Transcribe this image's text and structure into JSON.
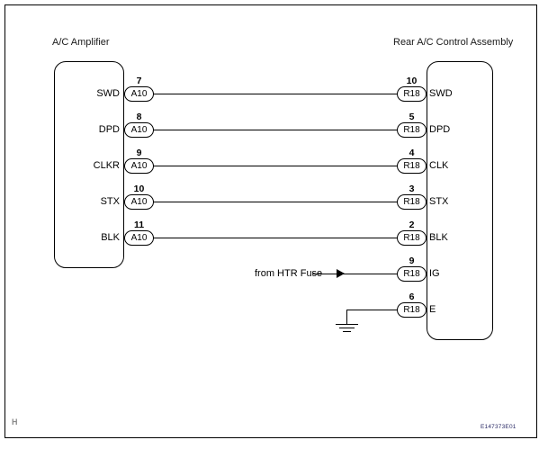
{
  "figure": {
    "corner_letter": "H",
    "figure_id": "E147373E01"
  },
  "left_connector": {
    "title": "A/C Amplifier",
    "connector_code": "A10",
    "pins": [
      {
        "number": "7",
        "label": "SWD"
      },
      {
        "number": "8",
        "label": "DPD"
      },
      {
        "number": "9",
        "label": "CLKR"
      },
      {
        "number": "10",
        "label": "STX"
      },
      {
        "number": "11",
        "label": "BLK"
      }
    ]
  },
  "right_connector": {
    "title": "Rear A/C Control Assembly",
    "connector_code": "R18",
    "pins": [
      {
        "number": "10",
        "label": "SWD"
      },
      {
        "number": "5",
        "label": "DPD"
      },
      {
        "number": "4",
        "label": "CLK"
      },
      {
        "number": "3",
        "label": "STX"
      },
      {
        "number": "2",
        "label": "BLK"
      },
      {
        "number": "9",
        "label": "IG"
      },
      {
        "number": "6",
        "label": "E"
      }
    ]
  },
  "annotations": {
    "power_feed": "from HTR Fuse",
    "ground_symbol": "ground-icon"
  },
  "colors": {
    "line": "#000000",
    "text": "#000000",
    "frame": "#000000",
    "figure_id": "#2b2b66",
    "corner_letter": "#8a8a8a"
  }
}
